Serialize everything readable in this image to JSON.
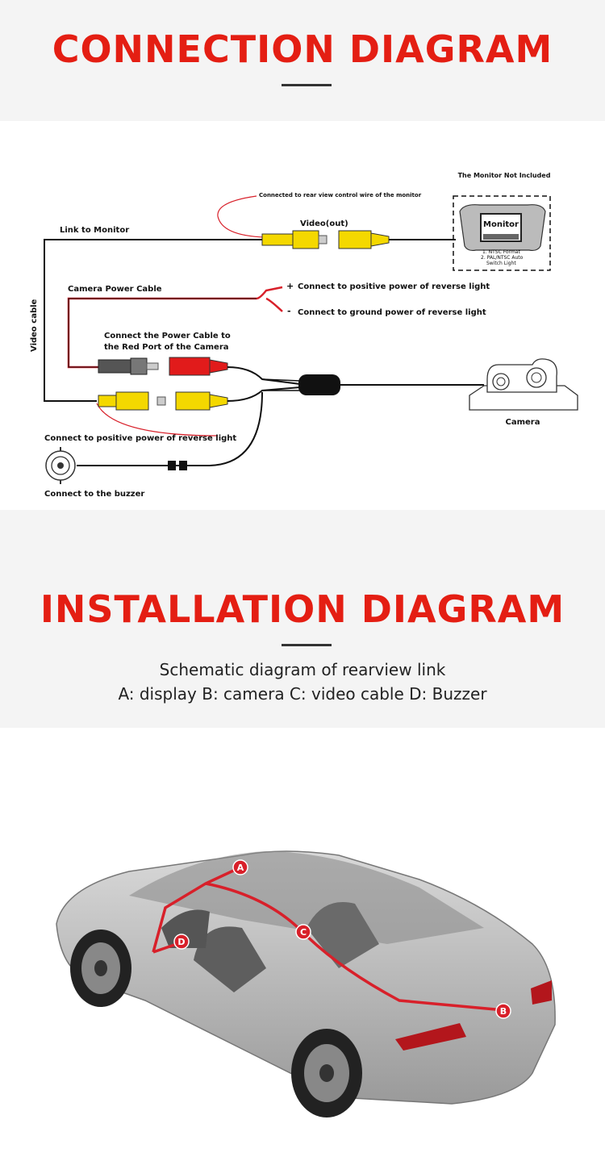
{
  "header": {
    "title": "CONNECTION DIAGRAM"
  },
  "connection": {
    "monitor_note": "The Monitor Not Included",
    "rear_wire_note": "Connected to rear view control wire of the monitor",
    "video_out": "Video(out)",
    "link_monitor": "Link to Monitor",
    "monitor_label": "Monitor",
    "monitor_note1": "1. NTSC Format",
    "monitor_note2a": "2. PAL/NTSC Auto",
    "monitor_note2b": "Switch Light",
    "power_cable": "Camera Power Cable",
    "plus_sign": "+",
    "minus_sign": "-",
    "positive_power": "Connect to positive power of reverse light",
    "ground_power": "Connect to ground power of reverse light",
    "red_port_1": "Connect the Power Cable to",
    "red_port_2": "the Red Port of the Camera",
    "video_cable": "Video cable",
    "camera": "Camera",
    "buzzer_power": "Connect to positive power of reverse light",
    "buzzer": "Connect  to  the  buzzer"
  },
  "installation": {
    "title": "INSTALLATION DIAGRAM",
    "subtitle": "Schematic diagram of rearview link",
    "legend": "A: display B: camera C: video cable  D: Buzzer",
    "points": {
      "a": "A",
      "b": "B",
      "c": "C",
      "d": "D"
    }
  },
  "colors": {
    "accent": "#e41e13",
    "wire": "#d8202a",
    "rca_yellow": "#f4d800"
  }
}
